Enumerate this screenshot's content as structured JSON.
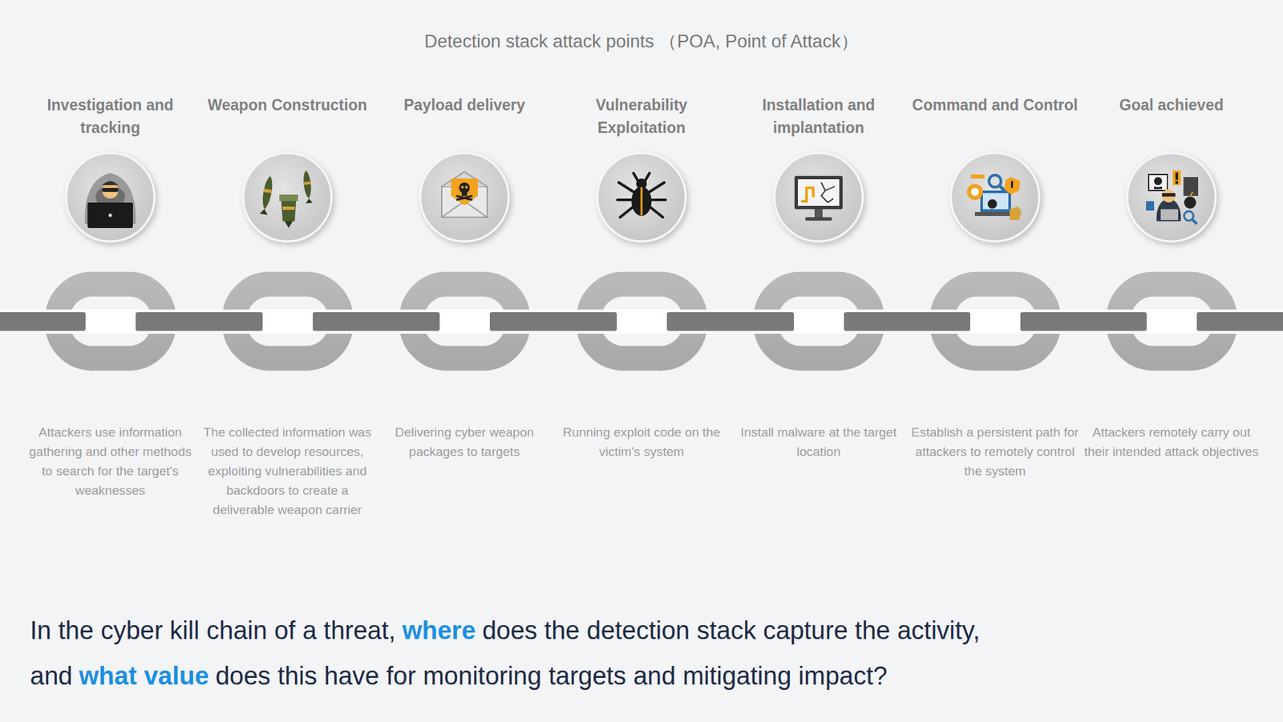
{
  "diagram": {
    "title": "Detection stack attack points （POA, Point of Attack）",
    "nodes": [
      {
        "text": [
          "Investigation and tracking",
          "Attackers use information gathering and other methods to search for the target's weaknesses"
        ]
      },
      {
        "text": [
          "Weapon Construction",
          "The collected information was used to develop resources, exploiting vulnerabilities and backdoors to create a deliverable weapon carrier"
        ]
      },
      {
        "text": [
          "Payload delivery",
          "Delivering cyber weapon packages to targets"
        ]
      },
      {
        "text": [
          "Vulnerability Exploitation",
          "Running exploit code on the victim's system"
        ]
      },
      {
        "text": [
          "Installation and implantation",
          "Install malware at the target location"
        ]
      },
      {
        "text": [
          "Command and Control",
          "Establish a persistent path for attackers to remotely control the system"
        ]
      },
      {
        "text": [
          "Goal achieved",
          "Attackers remotely carry out their intended attack objectives"
        ]
      }
    ],
    "labels": [
      "In the cyber kill chain of a threat,",
      "where",
      "does the detection stack capture the activity,",
      "and",
      "what value",
      "does this have for monitoring targets and mitigating impact?"
    ]
  }
}
